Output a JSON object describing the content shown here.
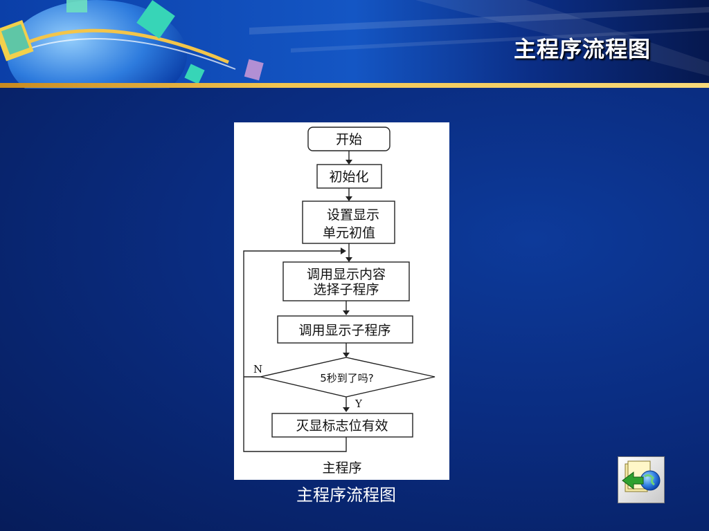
{
  "header": {
    "title": "主程序流程图"
  },
  "flowchart": {
    "nodes": {
      "start": "开始",
      "init": "初始化",
      "set_display_line1": "设置显示",
      "set_display_line2": "单元初值",
      "select_line1": "调用显示内容",
      "select_line2": "选择子程序",
      "call_display": "调用显示子程序",
      "decision": "5秒到了吗?",
      "clear_flag": "灭显标志位有效"
    },
    "labels": {
      "yes": "Y",
      "no": "N",
      "panel_caption": "主程序"
    }
  },
  "caption": "主程序流程图",
  "colors": {
    "background": "#0a2c80",
    "accent_bar": "#e8b83a",
    "caption_text": "#ffffff"
  },
  "icons": {
    "back": "back-arrow-globe-icon"
  }
}
